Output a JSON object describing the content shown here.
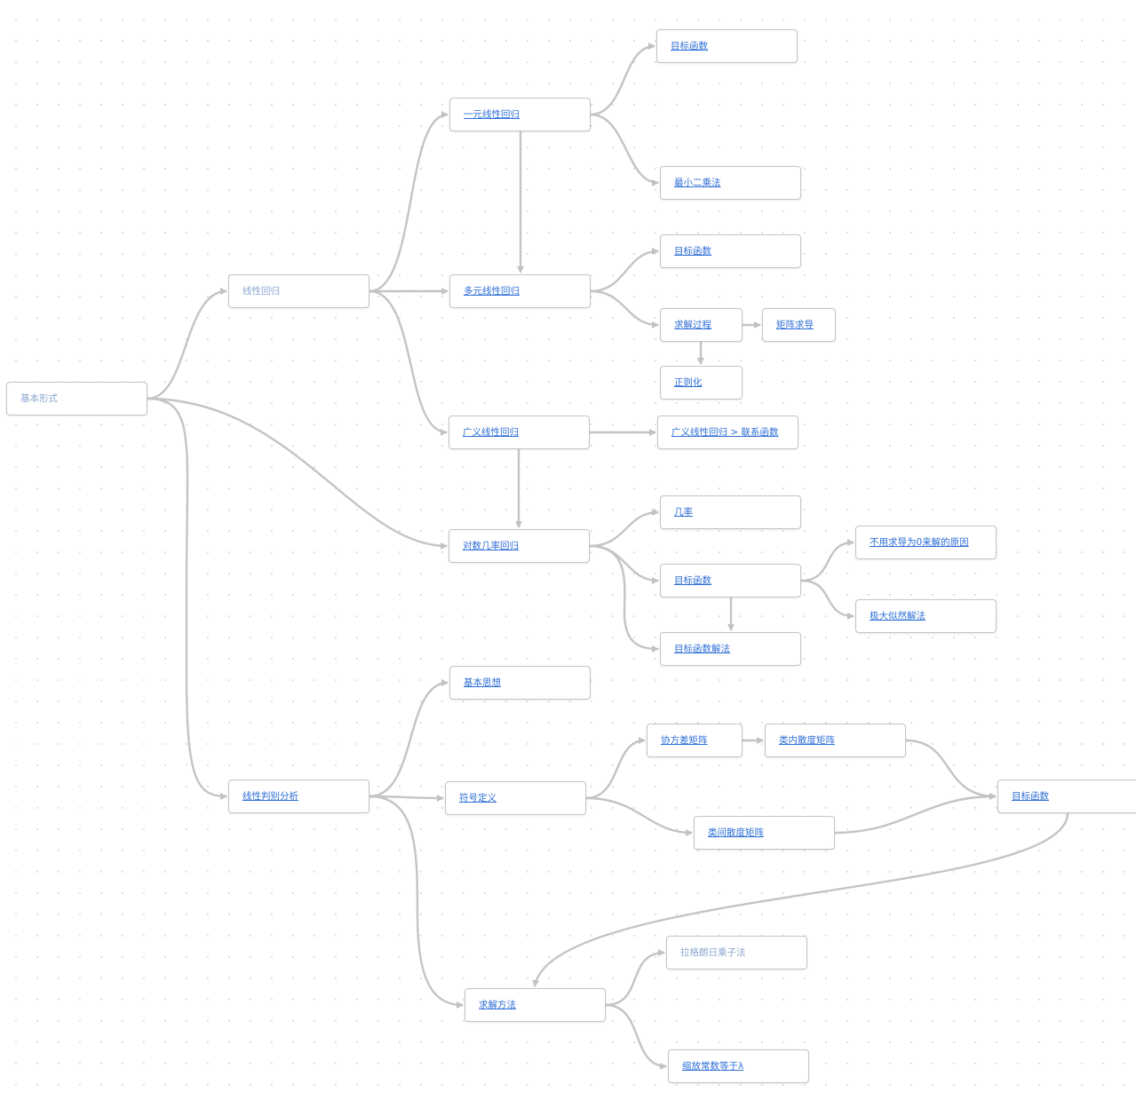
{
  "nodes": {
    "n01": {
      "label": "基本形式",
      "link": false
    },
    "n02": {
      "label": "线性回归",
      "link": false
    },
    "n03": {
      "label": "线性判别分析",
      "link": true
    },
    "n04": {
      "label": "一元线性回归",
      "link": true
    },
    "n05": {
      "label": "多元线性回归",
      "link": true
    },
    "n06": {
      "label": "广义线性回归",
      "link": true
    },
    "n07": {
      "label": "对数几率回归",
      "link": true
    },
    "n08": {
      "label": "目标函数",
      "link": true
    },
    "n09": {
      "label": "最小二乘法",
      "link": true
    },
    "n10": {
      "label": "目标函数",
      "link": true
    },
    "n11": {
      "label": "求解过程",
      "link": true
    },
    "n12": {
      "label": "矩阵求导",
      "link": true
    },
    "n13": {
      "label": "正则化",
      "link": true
    },
    "n14": {
      "label": "广义线性回归 > 联系函数",
      "link": true
    },
    "n15": {
      "label": "几率",
      "link": true
    },
    "n16": {
      "label": "目标函数",
      "link": true
    },
    "n17": {
      "label": "目标函数解法",
      "link": true
    },
    "n18": {
      "label": "不用求导为0来解的原因",
      "link": true
    },
    "n19": {
      "label": "极大似然解法",
      "link": true
    },
    "n20": {
      "label": "基本思想",
      "link": true
    },
    "n21": {
      "label": "符号定义",
      "link": true
    },
    "n22": {
      "label": "求解方法",
      "link": true
    },
    "n23": {
      "label": "协方差矩阵",
      "link": true
    },
    "n24": {
      "label": "类内散度矩阵",
      "link": true
    },
    "n25": {
      "label": "类间散度矩阵",
      "link": true
    },
    "n26": {
      "label": "目标函数",
      "link": true
    },
    "n27": {
      "label": "拉格朗日乘子法",
      "link": false
    },
    "n28": {
      "label": "缩放常数等于λ",
      "link": true
    }
  }
}
